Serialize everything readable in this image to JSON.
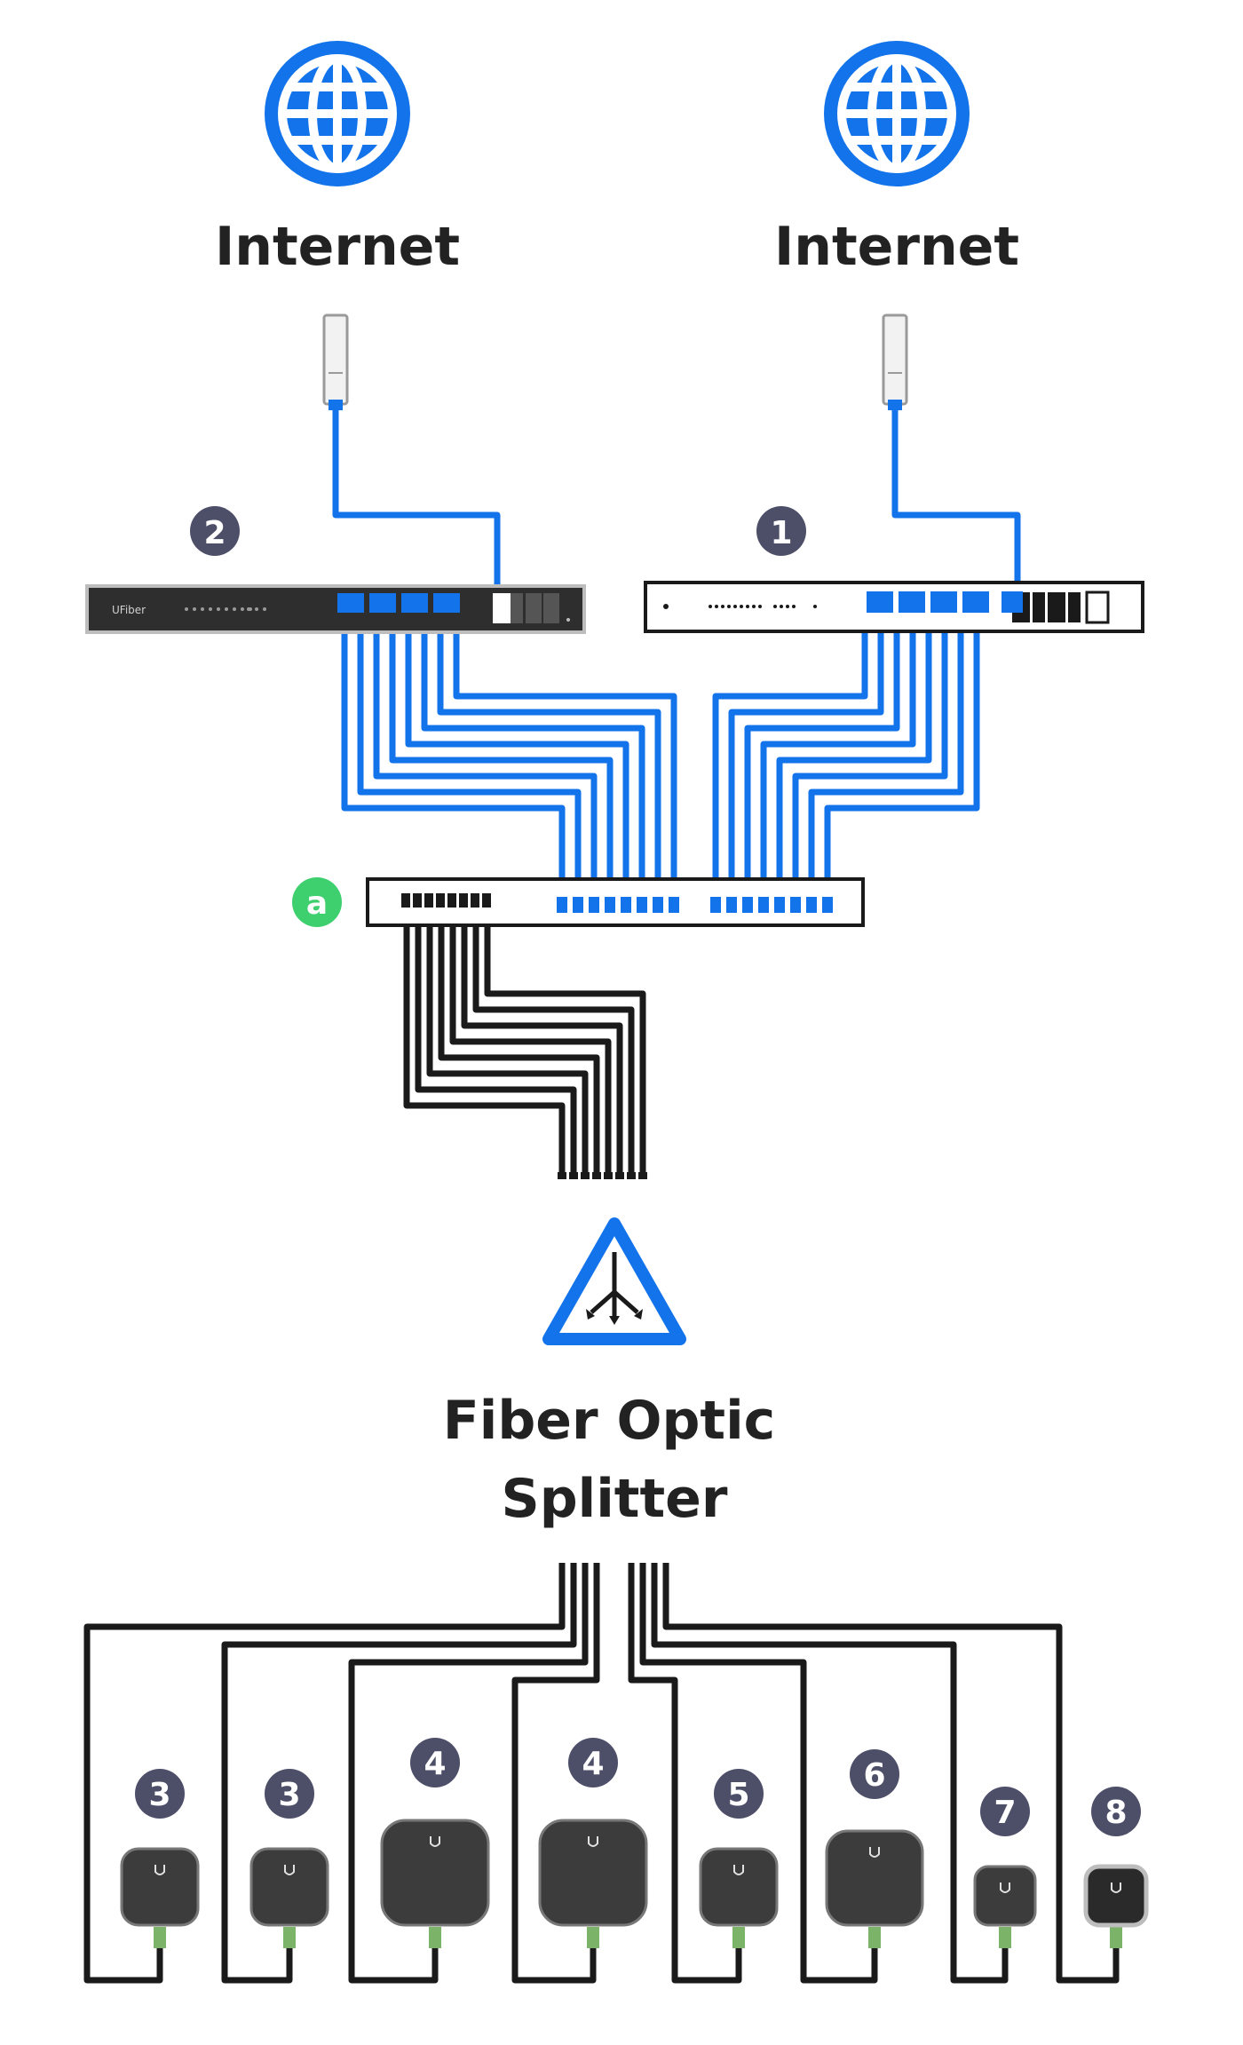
{
  "colors": {
    "blue": "#1273eb",
    "black": "#1a1a1a",
    "badge": "#4d4e68",
    "green_badge": "#3ecf6e",
    "device": "#3c3c3c",
    "cable_green": "#7bb369"
  },
  "internet": [
    {
      "label": "Internet",
      "icon": "globe-icon"
    },
    {
      "label": "Internet",
      "icon": "globe-icon"
    }
  ],
  "badges": {
    "olt_left": "2",
    "olt_right": "1",
    "patch_panel": "a",
    "ont": [
      "3",
      "3",
      "4",
      "4",
      "5",
      "6",
      "7",
      "8"
    ]
  },
  "splitter": {
    "icon": "splitter-icon",
    "label_line1": "Fiber Optic",
    "label_line2": "Splitter"
  }
}
